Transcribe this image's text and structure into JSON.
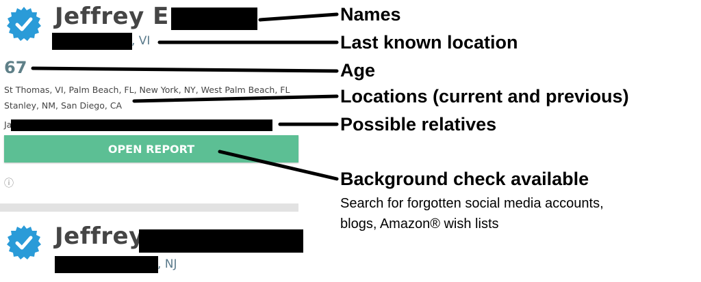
{
  "colors": {
    "badge": "#2a9bd8",
    "button": "#5cbf94",
    "accent_text": "#5b7b8c"
  },
  "result1": {
    "name": "Jeffrey E.",
    "location_suffix": ", VI",
    "age": "67",
    "locations_line1": "St Thomas, VI,  Palm Beach, FL,  New York, NY,  West Palm Beach, FL",
    "locations_line2": "Stanley, NM,  San Diego, CA",
    "relatives_prefix": "Ja",
    "button_label": "OPEN REPORT",
    "info_icon": "ⓘ"
  },
  "result2": {
    "name": "Jeffrey",
    "location_suffix": ", NJ"
  },
  "annotations": {
    "names": "Names",
    "last_location": "Last known location",
    "age": "Age",
    "locations": "Locations (current and previous)",
    "relatives": "Possible relatives",
    "background": "Background check available",
    "background_sub1": "Search for forgotten social media accounts,",
    "background_sub2": "blogs, Amazon® wish lists"
  }
}
